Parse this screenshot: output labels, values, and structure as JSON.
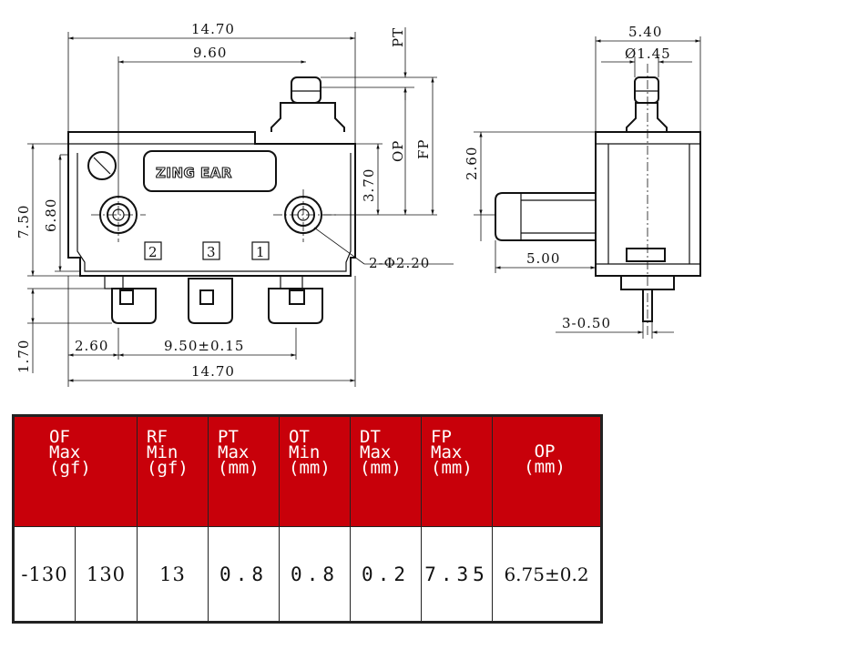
{
  "drawing": {
    "front_view": {
      "dim_width_top": "14.70",
      "dim_pin_offset": "9.60",
      "dim_height_total": "7.50",
      "dim_height_body": "6.80",
      "dim_hole_height": "3.70",
      "dim_terminal_height": "1.70",
      "dim_first_terminal": "2.60",
      "dim_terminal_pitch": "9.50±0.15",
      "dim_width_bottom": "14.70",
      "dim_holes": "2-Φ2.20",
      "label_pt": "PT",
      "label_op": "OP",
      "label_fp": "FP",
      "brand_logo": "ZING EAR",
      "terminal_labels": [
        "2",
        "3",
        "1"
      ]
    },
    "side_view": {
      "dim_width": "5.40",
      "dim_plunger": "Ø1.45",
      "dim_lever_height": "2.60",
      "dim_lever_length": "5.00",
      "dim_terminal_thickness": "3-0.50"
    }
  },
  "spec_table": {
    "headers": [
      {
        "key": "of",
        "lines": [
          "OF",
          "Max",
          "(gf)"
        ]
      },
      {
        "key": "rf",
        "lines": [
          "RF",
          "Min",
          "(gf)"
        ]
      },
      {
        "key": "pt",
        "lines": [
          "PT",
          "Max",
          "(mm)"
        ]
      },
      {
        "key": "ot",
        "lines": [
          "OT",
          "Min",
          "(mm)"
        ]
      },
      {
        "key": "dt",
        "lines": [
          "DT",
          "Max",
          "(mm)"
        ]
      },
      {
        "key": "fp",
        "lines": [
          "FP",
          "Max",
          "(mm)"
        ]
      },
      {
        "key": "op",
        "lines": [
          "OP",
          "(mm)"
        ]
      }
    ],
    "values": [
      "-130",
      "130",
      "13",
      "0.8",
      "0.8",
      "0.2",
      "7.35",
      "6.75±0.2"
    ]
  }
}
